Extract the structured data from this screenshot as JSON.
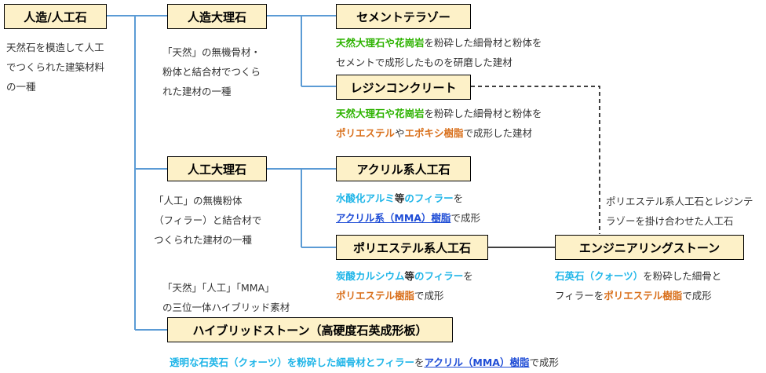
{
  "colors": {
    "box_fill": "#fdf1c8",
    "line_blue": "#5b9bd5",
    "green": "#2db300",
    "orange": "#d9701c",
    "cyan": "#1fb5e8",
    "blue_link": "#1f4dd6"
  },
  "boxes": {
    "artificial_stone": "人造/人工石",
    "artificial_marble": "人造大理石",
    "cement_terrazzo": "セメントテラゾー",
    "resin_concrete": "レジンコンクリート",
    "synthetic_marble": "人工大理石",
    "acrylic_stone": "アクリル系人工石",
    "polyester_stone": "ポリエステル系人工石",
    "engineered_stone": "エンジニアリングストーン",
    "hybrid_stone": "ハイブリッドストーン（高硬度石英成形板）"
  },
  "notes": {
    "artificial_stone": [
      "天然石を模造して人工",
      "でつくられた建築材料",
      "の一種"
    ],
    "artificial_marble": [
      "「天然」の無機骨材・",
      "粉体と結合材でつくら",
      "れた建材の一種"
    ],
    "synthetic_marble": [
      "「人工」の無機粉体",
      "（フィラー）と結合材で",
      "つくられた建材の一種"
    ],
    "hybrid_intro": [
      "「天然」「人工」「MMA」",
      "の三位一体ハイブリッド素材"
    ],
    "engineered_relation": [
      "ポリエステル系人工石とレジンテ",
      "ラゾーを掛け合わせた人工石"
    ]
  },
  "desc": {
    "terrazzo": {
      "l1_a": "天然大理石や花崗岩",
      "l1_b": "を粉砕した細骨材と粉体を",
      "l2": "セメントで成形したものを研磨した建材"
    },
    "resin": {
      "l1_a": "天然大理石や花崗岩",
      "l1_b": "を粉砕した細骨材と粉体を",
      "l2_a": "ポリエステル",
      "l2_b": "や",
      "l2_c": "エポキシ樹脂",
      "l2_d": "で成形した建材"
    },
    "acrylic": {
      "l1_a": "水酸化アルミ",
      "l1_b": "等",
      "l1_c": "のフィラー",
      "l1_d": "を",
      "l2_a": "アクリル系（MMA）樹脂",
      "l2_b": "で成形"
    },
    "polyester": {
      "l1_a": "炭酸カルシウム",
      "l1_b": "等",
      "l1_c": "のフィラー",
      "l1_d": "を",
      "l2_a": "ポリエステル樹脂",
      "l2_b": "で成形"
    },
    "engineered": {
      "l1_a": "石英石（クォーツ）",
      "l1_b": "を粉砕した細骨と",
      "l2_a": "フィラーを",
      "l2_b": "ポリエステル樹脂",
      "l2_c": "で成形"
    },
    "hybrid": {
      "a": "透明な石英石（クォーツ）を粉砕した細骨材とフィラー",
      "b": "を",
      "c": "アクリル（MMA）樹脂",
      "d": "で成形"
    }
  }
}
